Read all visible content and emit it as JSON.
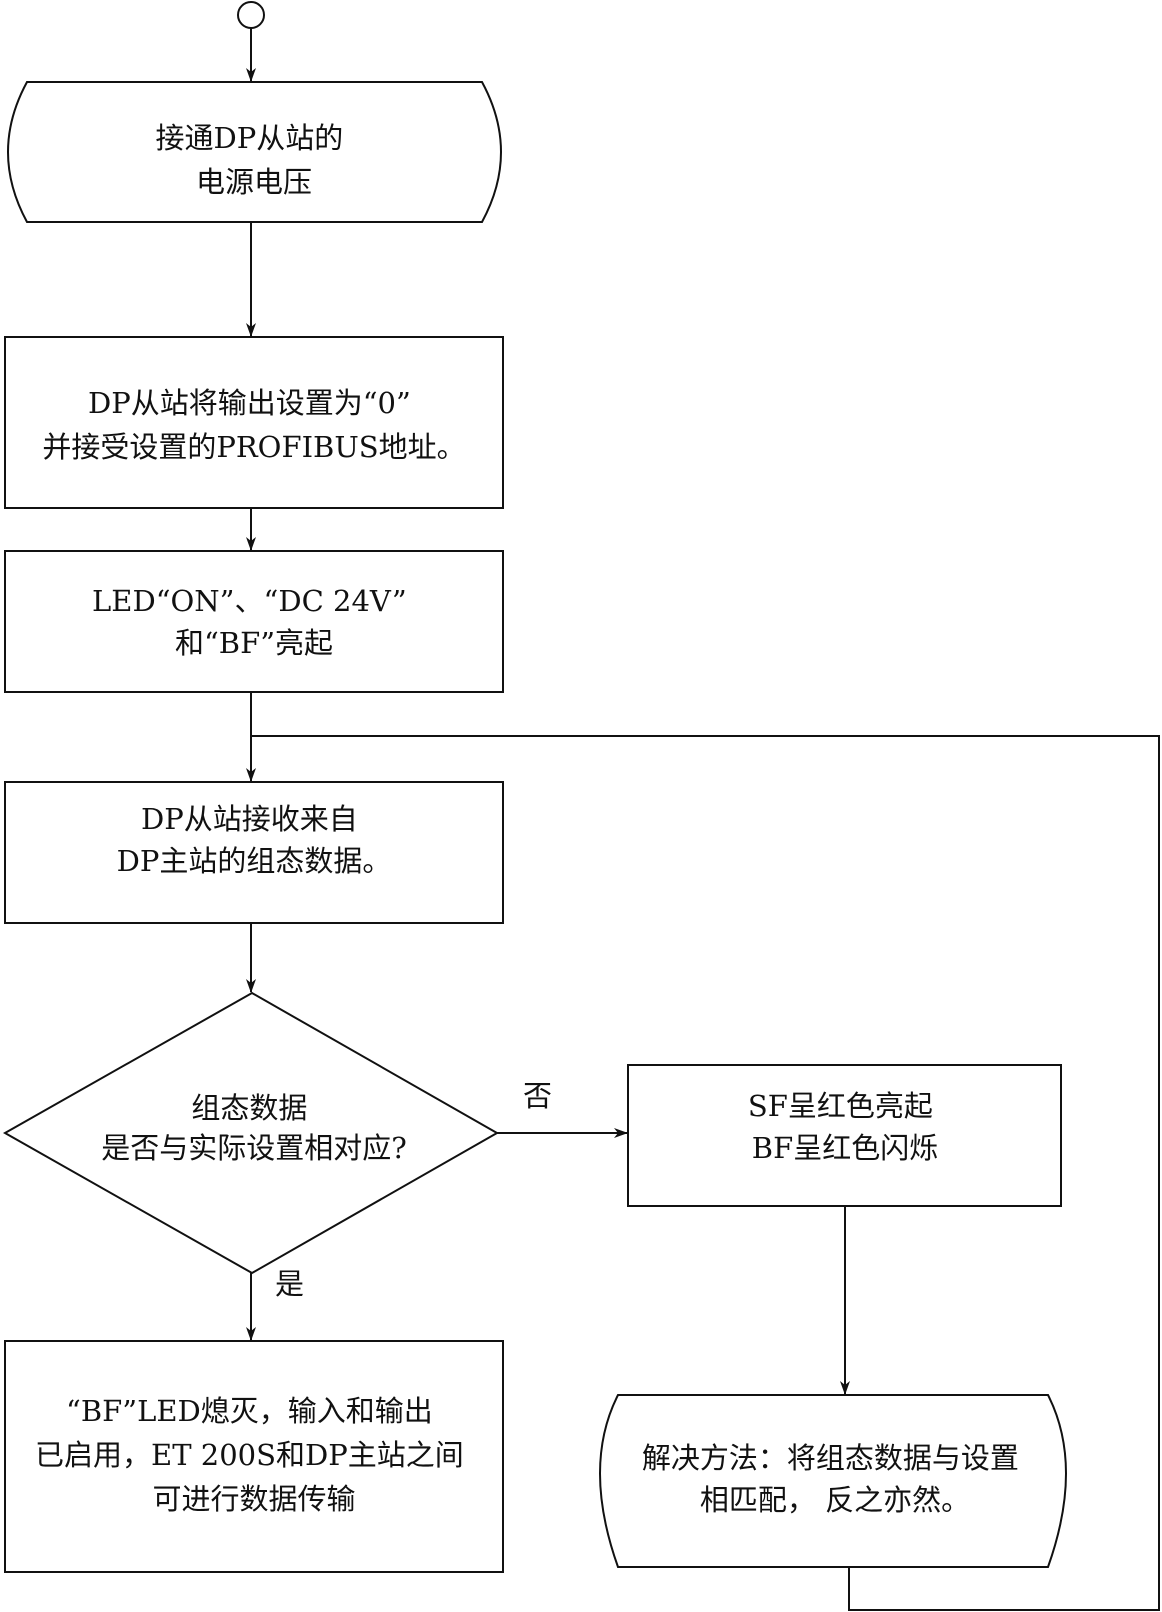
{
  "steps": {
    "power_on": [
      "接通DP从站的",
      "电源电压"
    ],
    "set_outputs": [
      "DP从站将输出设置为“0”",
      "并接受设置的PROFIBUS地址。"
    ],
    "leds_on": [
      "LED“ON”、“DC 24V”",
      "和“BF”亮起"
    ],
    "receive_config": [
      "DP从站接收来自",
      "DP主站的组态数据。"
    ],
    "decision": [
      "组态数据",
      "是否与实际设置相对应?"
    ],
    "error_state": [
      "SF呈红色亮起",
      "BF呈红色闪烁"
    ],
    "data_exchange": [
      "“BF”LED熄灭，输入和输出",
      "已启用，ET 200S和DP主站之间",
      "可进行数据传输"
    ],
    "solution": [
      "解决方法：将组态数据与设置",
      "相匹配， 反之亦然。"
    ]
  },
  "branch_labels": {
    "no": "否",
    "yes": "是"
  }
}
